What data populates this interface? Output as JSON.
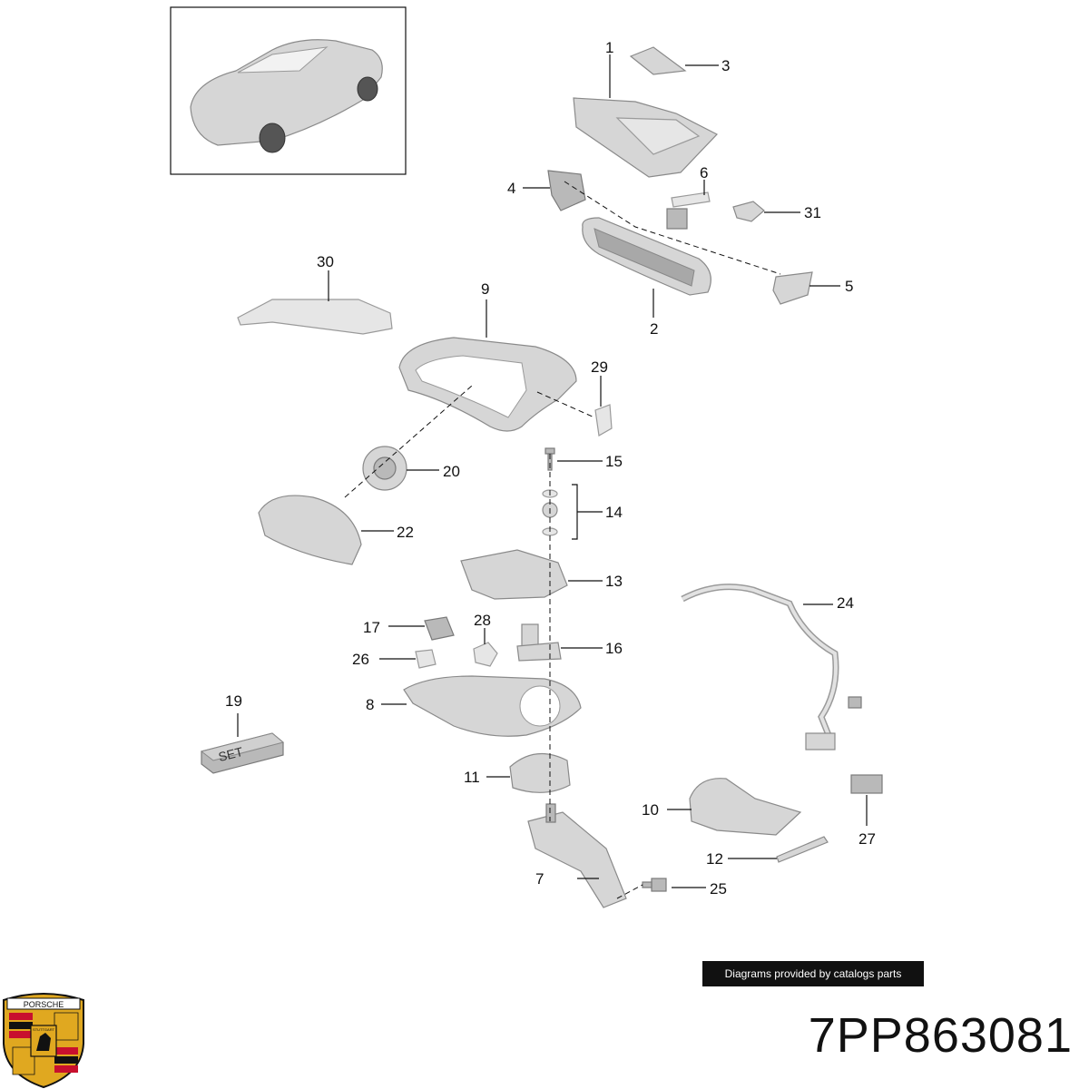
{
  "diagram": {
    "callouts": {
      "c1": "1",
      "c2": "2",
      "c3": "3",
      "c4": "4",
      "c5": "5",
      "c6": "6",
      "c7": "7",
      "c8": "8",
      "c9": "9",
      "c10": "10",
      "c11": "11",
      "c12": "12",
      "c13": "13",
      "c14": "14",
      "c15": "15",
      "c16": "16",
      "c17": "17",
      "c19": "19",
      "c20": "20",
      "c22": "22",
      "c24": "24",
      "c25": "25",
      "c26": "26",
      "c27": "27",
      "c28": "28",
      "c29": "29",
      "c30": "30",
      "c31": "31"
    },
    "set_label": "SET"
  },
  "footer": {
    "credit": "Diagrams provided by catalogs parts",
    "part_number": "7PP863081",
    "logo_text": "PORSCHE",
    "logo_city": "STUTTGART"
  },
  "colors": {
    "accent_red": "#c8102e",
    "logo_gold": "#e0a820",
    "ink": "#111111"
  }
}
